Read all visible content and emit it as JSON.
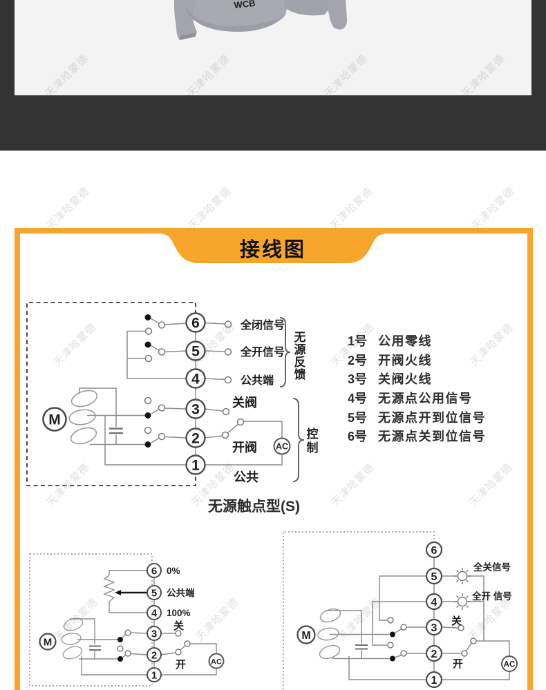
{
  "watermark": {
    "text": "天津哈蒙德"
  },
  "photo": {
    "cast_mark": "WCB"
  },
  "banner": {
    "title": "接线图"
  },
  "colors": {
    "accent_orange": "#F8A62B",
    "dark_band": "#333333",
    "photo_bg": "#F3F3F4"
  },
  "diagram_main": {
    "terminals": [
      "6",
      "5",
      "4",
      "3",
      "2",
      "1"
    ],
    "label_t6": "全闭信号",
    "label_t5": "全开信号",
    "label_t4": "公共端",
    "label_t3": "关阀",
    "label_t2": "开阀",
    "label_t1": "公共",
    "brace_feedback": [
      "无",
      "源",
      "反",
      "馈"
    ],
    "brace_control": [
      "控",
      "制"
    ],
    "motor": "M",
    "ac": "AC",
    "caption": "无源触点型(S)"
  },
  "legend": {
    "items": [
      {
        "num": "1号",
        "desc": "公用零线"
      },
      {
        "num": "2号",
        "desc": "开阀火线"
      },
      {
        "num": "3号",
        "desc": "关阀火线"
      },
      {
        "num": "4号",
        "desc": "无源点公用信号"
      },
      {
        "num": "5号",
        "desc": "无源点开到位信号"
      },
      {
        "num": "6号",
        "desc": "无源点关到位信号"
      }
    ]
  },
  "diagram_left": {
    "terminals": [
      "6",
      "5",
      "4",
      "3",
      "2",
      "1"
    ],
    "label_t6": "0%",
    "label_t5": "公共端",
    "label_t4": "100%",
    "label_t3": "关",
    "label_t2": "开",
    "motor": "M",
    "ac": "AC"
  },
  "diagram_right": {
    "terminals": [
      "6",
      "5",
      "4",
      "3",
      "2",
      "1"
    ],
    "label_t5": "全关信号",
    "label_t4": "全开 信号",
    "label_t3": "关",
    "label_t2": "开",
    "motor": "M",
    "ac": "AC"
  }
}
